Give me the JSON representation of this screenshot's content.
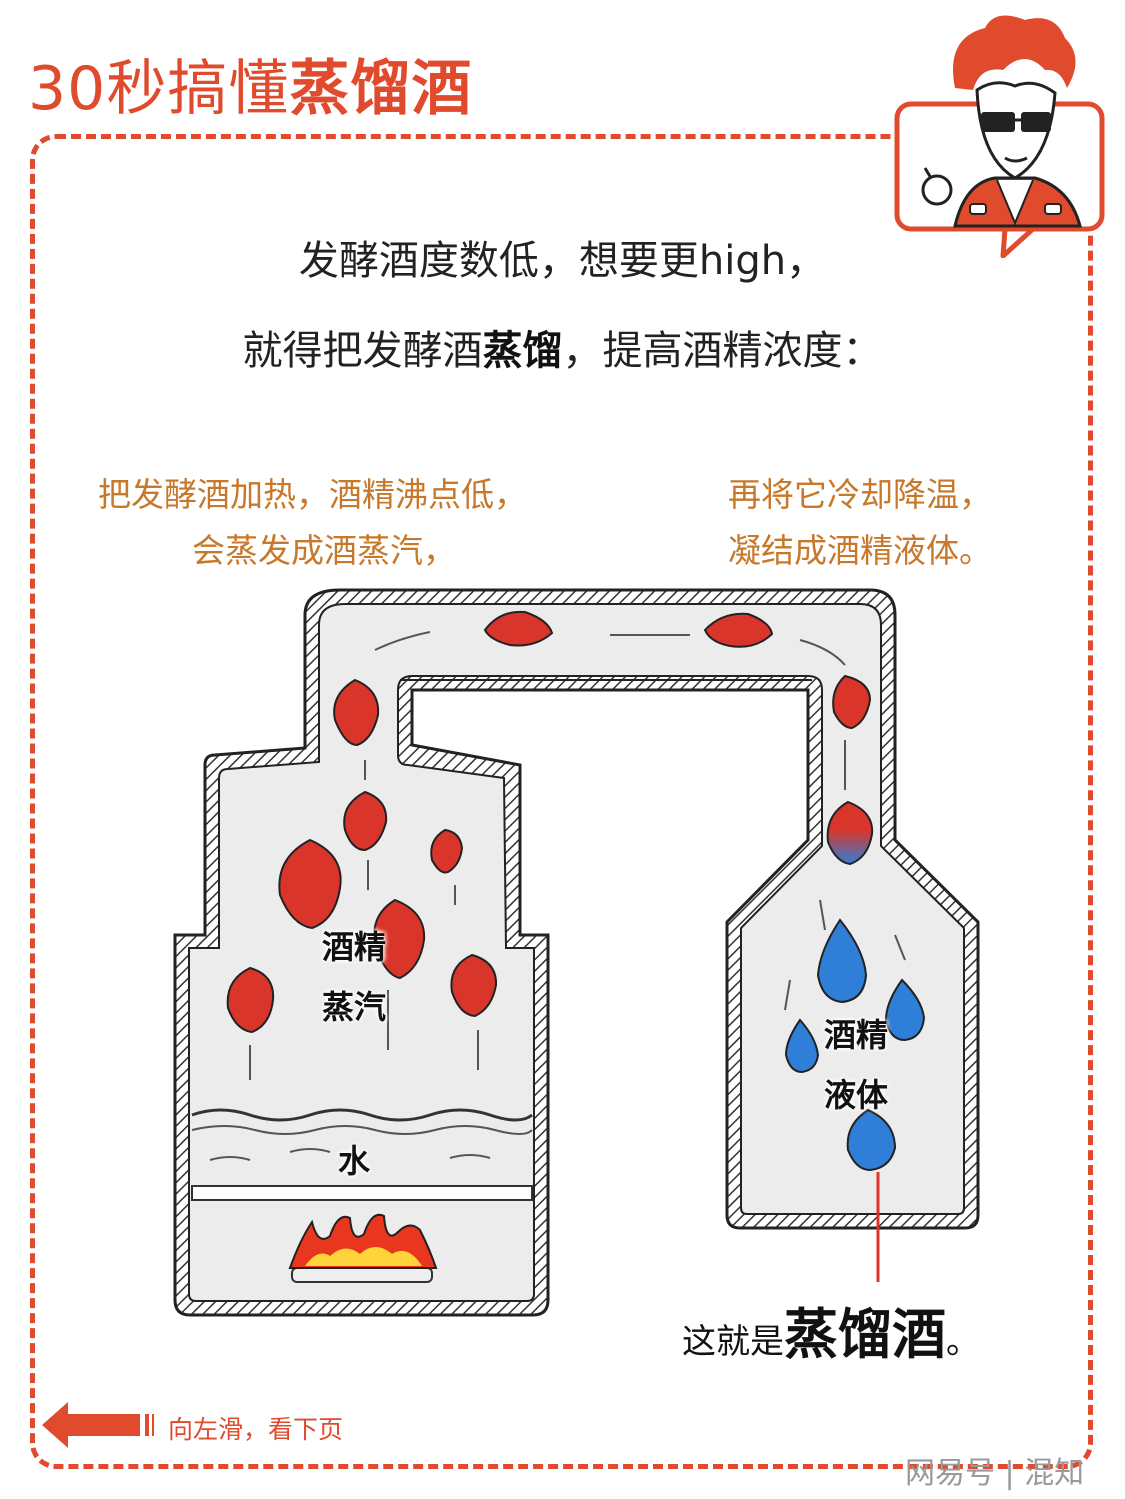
{
  "header": {
    "title_prefix": "30秒搞懂",
    "title_bold": "蒸馏酒"
  },
  "intro": {
    "line1": "发酵酒度数低，想要更high，",
    "line2_a": "就得把发酵酒",
    "line2_bold": "蒸馏",
    "line2_b": "，提高酒精浓度："
  },
  "left_note": {
    "line1": "把发酵酒加热，酒精沸点低，",
    "line2": "会蒸发成酒蒸汽，"
  },
  "right_note": {
    "line1": "再将它冷却降温，",
    "line2": "凝结成酒精液体。"
  },
  "labels": {
    "vapor_line1": "酒精",
    "vapor_line2": "蒸汽",
    "water": "水",
    "liquid_line1": "酒精",
    "liquid_line2": "液体"
  },
  "caption": {
    "prefix": "这就是",
    "bold": "蒸馏酒",
    "suffix": "。"
  },
  "nav": {
    "swipe_hint": "向左滑，看下页"
  },
  "watermark": {
    "text": "网易号 | 混知"
  },
  "icons": {
    "mascot": "cartoon-host-icon",
    "arrow": "left-arrow-icon",
    "flame": "fire-icon"
  },
  "colors": {
    "accent": "#e04a2d",
    "note": "#c8782a",
    "vapor": "#d9352b",
    "liquid": "#2f7fd8",
    "glass": "#ececec"
  }
}
